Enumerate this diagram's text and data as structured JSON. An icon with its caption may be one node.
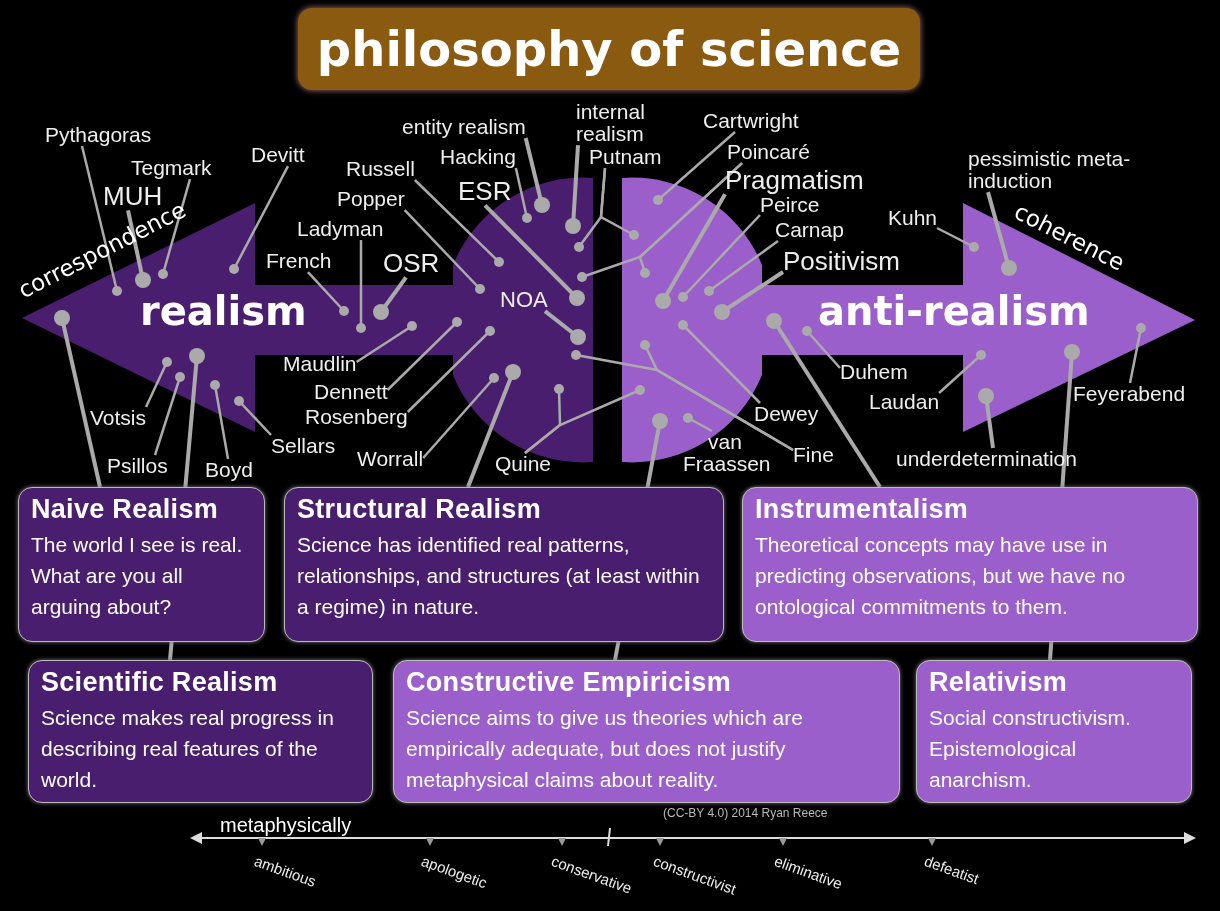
{
  "diagram": {
    "title": "philosophy of science",
    "nodes": [
      {
        "text": [
          "realism"
        ]
      },
      {
        "text": [
          "anti-realism"
        ]
      },
      {
        "text": [
          "Pythagoras"
        ]
      },
      {
        "text": [
          "Tegmark"
        ]
      },
      {
        "text": [
          "MUH"
        ]
      },
      {
        "text": [
          "Devitt"
        ]
      },
      {
        "text": [
          "Russell"
        ]
      },
      {
        "text": [
          "Popper"
        ]
      },
      {
        "text": [
          "Ladyman"
        ]
      },
      {
        "text": [
          "French"
        ]
      },
      {
        "text": [
          "OSR"
        ]
      },
      {
        "text": [
          "entity realism"
        ]
      },
      {
        "text": [
          "Hacking"
        ]
      },
      {
        "text": [
          "ESR"
        ]
      },
      {
        "text": [
          "internal realism"
        ]
      },
      {
        "text": [
          "Putnam"
        ]
      },
      {
        "text": [
          "Cartwright"
        ]
      },
      {
        "text": [
          "Poincaré"
        ]
      },
      {
        "text": [
          "Pragmatism"
        ]
      },
      {
        "text": [
          "Peirce"
        ]
      },
      {
        "text": [
          "Carnap"
        ]
      },
      {
        "text": [
          "Positivism"
        ]
      },
      {
        "text": [
          "NOA"
        ],
        "in": 0
      },
      {
        "text": [
          "Maudlin"
        ]
      },
      {
        "text": [
          "Dennett"
        ]
      },
      {
        "text": [
          "Rosenberg"
        ]
      },
      {
        "text": [
          "Worrall"
        ]
      },
      {
        "text": [
          "Quine"
        ]
      },
      {
        "text": [
          "Votsis"
        ]
      },
      {
        "text": [
          "Psillos"
        ]
      },
      {
        "text": [
          "Boyd"
        ]
      },
      {
        "text": [
          "Sellars"
        ]
      },
      {
        "text": [
          "Dewey"
        ]
      },
      {
        "text": [
          "van Fraassen"
        ]
      },
      {
        "text": [
          "Fine"
        ]
      },
      {
        "text": [
          "Kuhn"
        ]
      },
      {
        "text": [
          "pessimistic meta-induction"
        ]
      },
      {
        "text": [
          "Duhem"
        ]
      },
      {
        "text": [
          "Laudan"
        ]
      },
      {
        "text": [
          "Feyerabend"
        ]
      },
      {
        "text": [
          "underdetermination"
        ]
      },
      {
        "text": [
          "Naive Realism",
          "The world I see is real. What are you all arguing about?"
        ]
      },
      {
        "text": [
          "Structural Realism",
          "Science has identified real patterns, relationships, and structures (at least within a regime) in nature."
        ]
      },
      {
        "text": [
          "Instrumentalism",
          "Theoretical concepts may have use in predicting observations, but we have no ontological commitments to them."
        ]
      },
      {
        "text": [
          "Scientific Realism",
          "Science makes real progress in describing real features of the world."
        ]
      },
      {
        "text": [
          "Constructive Empiricism",
          "Science aims to give us theories which are empirically adequate, but does not justify metaphysical claims about reality."
        ]
      },
      {
        "text": [
          "Relativism",
          "Social constructivism. Epistemological anarchism."
        ]
      }
    ],
    "edges": [
      {
        "from": 2,
        "to": 0,
        "arrow": "other"
      },
      {
        "from": 3,
        "to": 0,
        "arrow": "other"
      },
      {
        "from": 4,
        "to": 0,
        "arrow": "other"
      },
      {
        "from": 5,
        "to": 0,
        "arrow": "other"
      },
      {
        "from": 6,
        "to": 0,
        "arrow": "other"
      },
      {
        "from": 7,
        "to": 0,
        "arrow": "other"
      },
      {
        "from": 8,
        "to": 0,
        "arrow": "other"
      },
      {
        "from": 9,
        "to": 0,
        "arrow": "other"
      },
      {
        "from": 10,
        "to": 0,
        "arrow": "other"
      },
      {
        "from": 11,
        "to": 0,
        "arrow": "other"
      },
      {
        "from": 12,
        "to": 0,
        "arrow": "other"
      },
      {
        "from": 13,
        "to": 0,
        "arrow": "other"
      },
      {
        "from": 14,
        "to": 0,
        "arrow": "other"
      },
      {
        "from": 15,
        "to": 0,
        "arrow": "other"
      },
      {
        "from": 15,
        "to": 1,
        "arrow": "other"
      },
      {
        "from": 16,
        "to": 1,
        "arrow": "other"
      },
      {
        "from": 17,
        "to": 0,
        "arrow": "other"
      },
      {
        "from": 17,
        "to": 1,
        "arrow": "other"
      },
      {
        "from": 18,
        "to": 1,
        "arrow": "other"
      },
      {
        "from": 19,
        "to": 1,
        "arrow": "other"
      },
      {
        "from": 20,
        "to": 1,
        "arrow": "other"
      },
      {
        "from": 21,
        "to": 1,
        "arrow": "other"
      },
      {
        "from": 22,
        "to": 0,
        "arrow": "other"
      },
      {
        "from": 23,
        "to": 0,
        "arrow": "other"
      },
      {
        "from": 24,
        "to": 0,
        "arrow": "other"
      },
      {
        "from": 25,
        "to": 0,
        "arrow": "other"
      },
      {
        "from": 26,
        "to": 0,
        "arrow": "other"
      },
      {
        "from": 27,
        "to": 0,
        "arrow": "other"
      },
      {
        "from": 27,
        "to": 1,
        "arrow": "other"
      },
      {
        "from": 28,
        "to": 0,
        "arrow": "other"
      },
      {
        "from": 29,
        "to": 0,
        "arrow": "other"
      },
      {
        "from": 30,
        "to": 0,
        "arrow": "other"
      },
      {
        "from": 31,
        "to": 0,
        "arrow": "other"
      },
      {
        "from": 32,
        "to": 1,
        "arrow": "other"
      },
      {
        "from": 33,
        "to": 1,
        "arrow": "other"
      },
      {
        "from": 34,
        "to": 0,
        "arrow": "other"
      },
      {
        "from": 34,
        "to": 1,
        "arrow": "other"
      },
      {
        "from": 35,
        "to": 1,
        "arrow": "other"
      },
      {
        "from": 36,
        "to": 1,
        "arrow": "other"
      },
      {
        "from": 37,
        "to": 1,
        "arrow": "other"
      },
      {
        "from": 38,
        "to": 1,
        "arrow": "other"
      },
      {
        "from": 39,
        "to": 1,
        "arrow": "other"
      },
      {
        "from": 40,
        "to": 1,
        "arrow": "other"
      },
      {
        "from": 41,
        "to": 0,
        "arrow": "other"
      },
      {
        "from": 44,
        "to": 0,
        "arrow": "other"
      },
      {
        "from": 42,
        "to": 0,
        "arrow": "other"
      },
      {
        "from": 45,
        "to": 1,
        "arrow": "other"
      },
      {
        "from": 43,
        "to": 1,
        "arrow": "other"
      },
      {
        "from": 46,
        "to": 1,
        "arrow": "other"
      }
    ],
    "labels": [
      "correspondence",
      "coherence",
      "(CC-BY 4.0)  2014 Ryan Reece",
      "metaphysically",
      "ambitious",
      "apologetic",
      "conservative",
      "constructivist",
      "eliminative",
      "defeatist"
    ]
  }
}
